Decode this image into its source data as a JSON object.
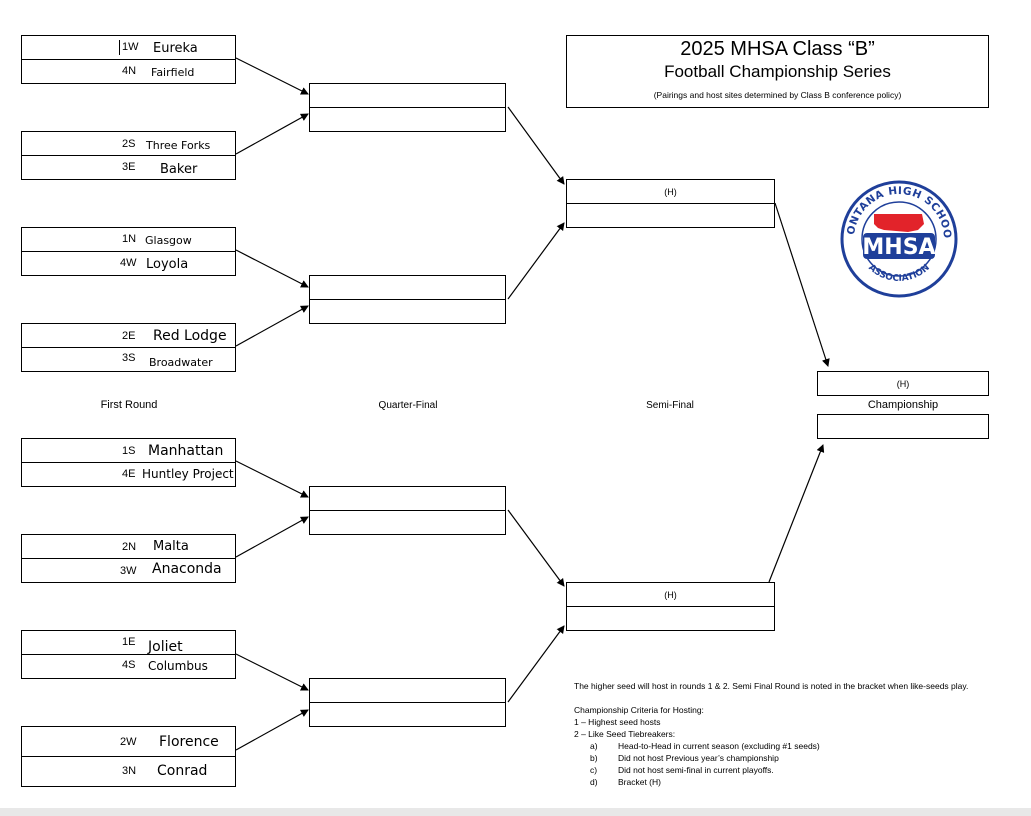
{
  "header": {
    "title_line1": "2025 MHSA Class “B”",
    "title_line2": "Football Championship Series",
    "subtitle": "(Pairings and host sites determined by Class B conference policy)"
  },
  "logo": {
    "ring_text_top": "MONTANA HIGH SCHOOL",
    "center_text": "MHSA",
    "ring_text_bottom": "ASSOCIATION",
    "colors": {
      "blue": "#1f3f9a",
      "red": "#e2232a"
    }
  },
  "round_labels": {
    "first_round": "First Round",
    "quarter_final": "Quarter-Final",
    "semi_final": "Semi-Final",
    "championship": "Championship"
  },
  "first_round": [
    {
      "seed": "1W",
      "team": "Eureka"
    },
    {
      "seed": "4N",
      "team": "Fairfield"
    },
    {
      "seed": "2S",
      "team": "Three Forks"
    },
    {
      "seed": "3E",
      "team": "Baker"
    },
    {
      "seed": "1N",
      "team": "Glasgow"
    },
    {
      "seed": "4W",
      "team": "Loyola"
    },
    {
      "seed": "2E",
      "team": "Red Lodge"
    },
    {
      "seed": "3S",
      "team": "Broadwater"
    },
    {
      "seed": "1S",
      "team": "Manhattan"
    },
    {
      "seed": "4E",
      "team": "Huntley Project"
    },
    {
      "seed": "2N",
      "team": "Malta"
    },
    {
      "seed": "3W",
      "team": "Anaconda"
    },
    {
      "seed": "1E",
      "team": "Joliet"
    },
    {
      "seed": "4S",
      "team": "Columbus"
    },
    {
      "seed": "2W",
      "team": "Florence"
    },
    {
      "seed": "3N",
      "team": "Conrad"
    }
  ],
  "host_marker": "(H)",
  "notes": {
    "line1": "The higher seed will host in rounds 1 & 2.   Semi Final Round is noted in the bracket when like-seeds play.",
    "criteria_title": "Championship Criteria for Hosting:",
    "criteria_1": "1 – Highest seed hosts",
    "criteria_2": "2 – Like Seed Tiebreakers:",
    "tiebreakers": [
      {
        "key": "a)",
        "text": "Head-to-Head in current season (excluding #1 seeds)"
      },
      {
        "key": "b)",
        "text": "Did not host Previous year’s championship"
      },
      {
        "key": "c)",
        "text": "Did not host semi-final in current playoffs."
      },
      {
        "key": "d)",
        "text": "Bracket (H)"
      }
    ]
  }
}
